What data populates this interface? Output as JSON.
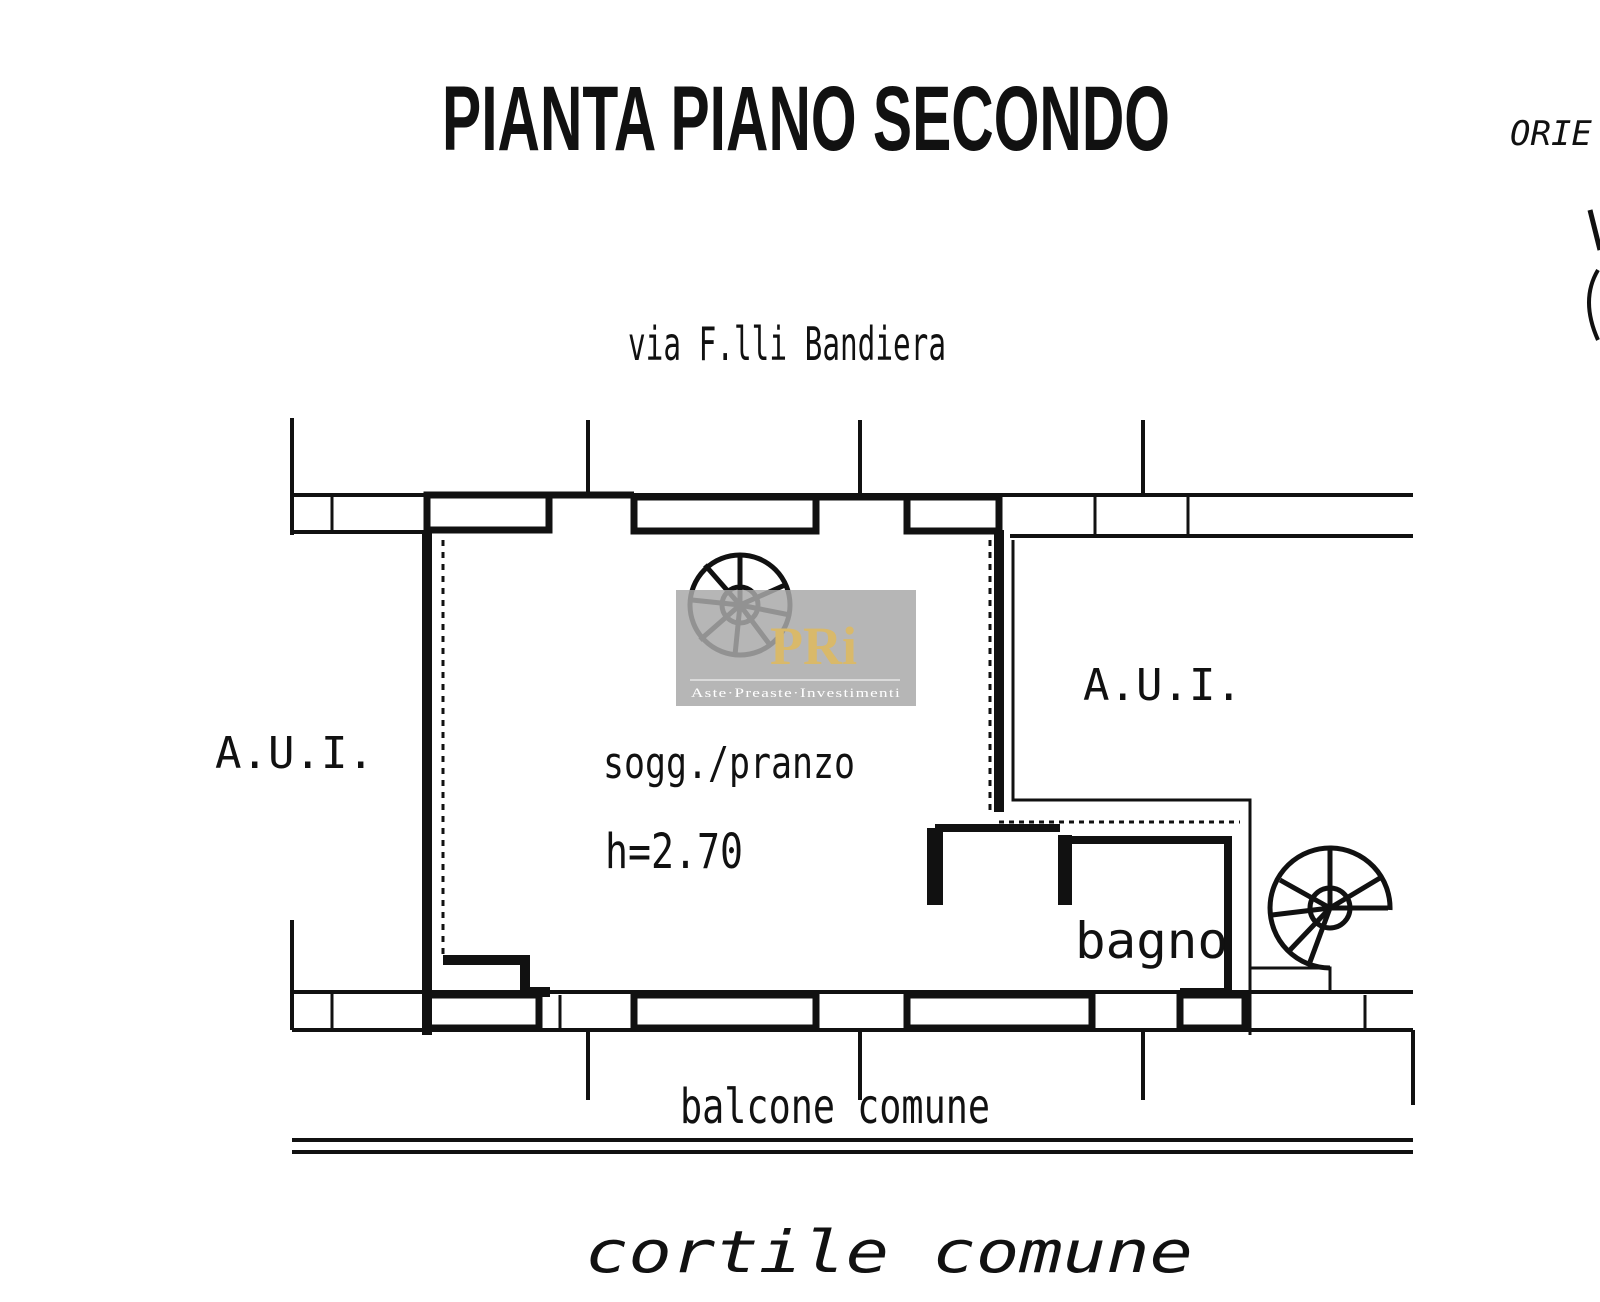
{
  "title": "PIANTA PIANO SECONDO",
  "orientation_label": "ORIE",
  "street": "via F.lli Bandiera",
  "rooms": {
    "left_unit": "A.U.I.",
    "right_unit": "A.U.I.",
    "living": "sogg./pranzo",
    "height": "h=2.70",
    "bathroom": "bagno"
  },
  "balcony": "balcone comune",
  "courtyard": "cortile comune",
  "watermark": {
    "logo": "PRi",
    "text": "Aste·Preaste·Investimenti"
  }
}
